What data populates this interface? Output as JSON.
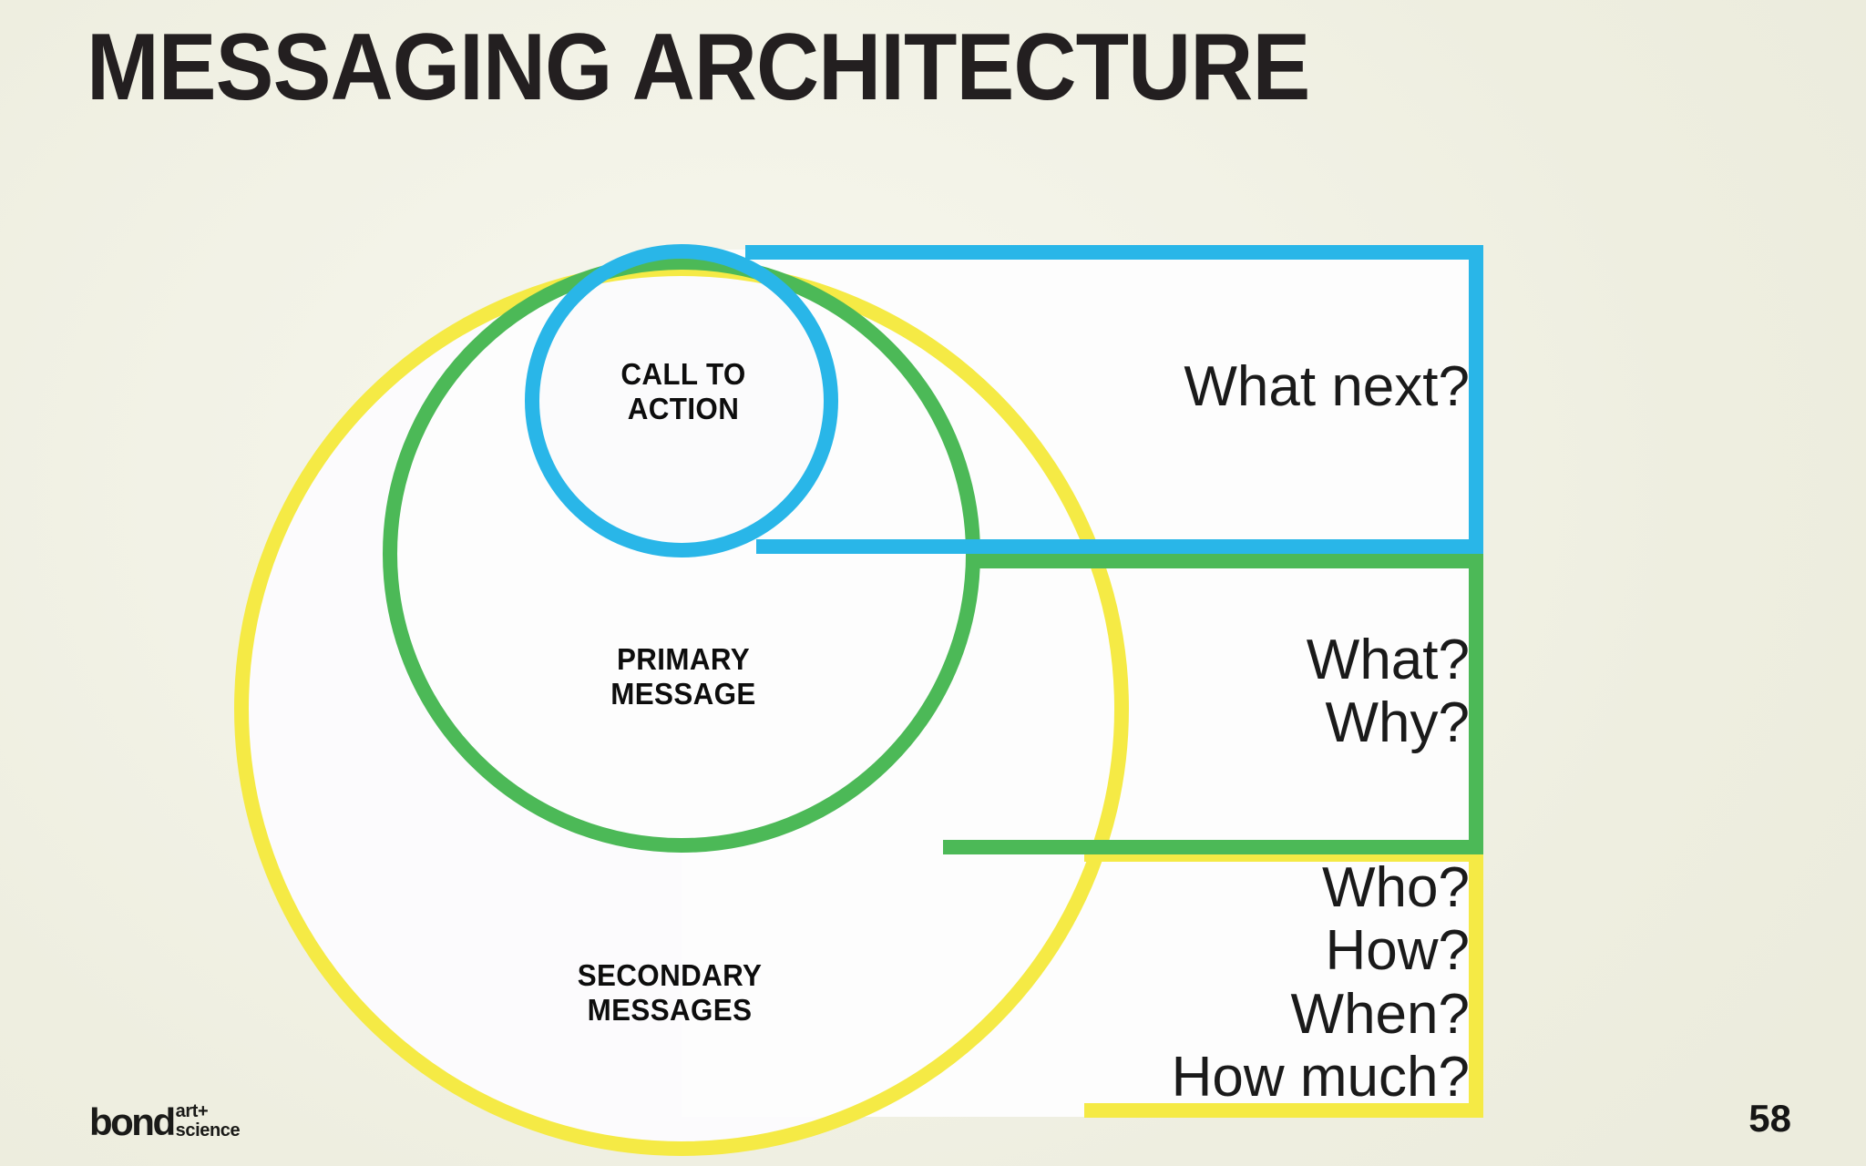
{
  "slide": {
    "title": "MESSAGING ARCHITECTURE",
    "page_number": "58",
    "background_color": "#f1f1e4"
  },
  "logo": {
    "wordmark": "bond",
    "line1": "art+",
    "line2": "science"
  },
  "diagram": {
    "type": "nested-circles-with-callout-bars",
    "levels": [
      {
        "id": "call-to-action",
        "label": "CALL TO\nACTION",
        "answer": "What next?",
        "answers": [
          "What next?"
        ],
        "color": "#29b6e8",
        "ring": "inner",
        "order": 1
      },
      {
        "id": "primary-message",
        "label": "PRIMARY\nMESSAGE",
        "answer": "What?\nWhy?",
        "answers": [
          "What?",
          "Why?"
        ],
        "color": "#4cb957",
        "ring": "middle",
        "order": 2
      },
      {
        "id": "secondary-messages",
        "label": "SECONDARY\nMESSAGES",
        "answer": "Who?\nHow?\nWhen?\nHow much?",
        "answers": [
          "Who?",
          "How?",
          "When?",
          "How much?"
        ],
        "color": "#f5ea45",
        "ring": "outer",
        "order": 3
      }
    ]
  }
}
